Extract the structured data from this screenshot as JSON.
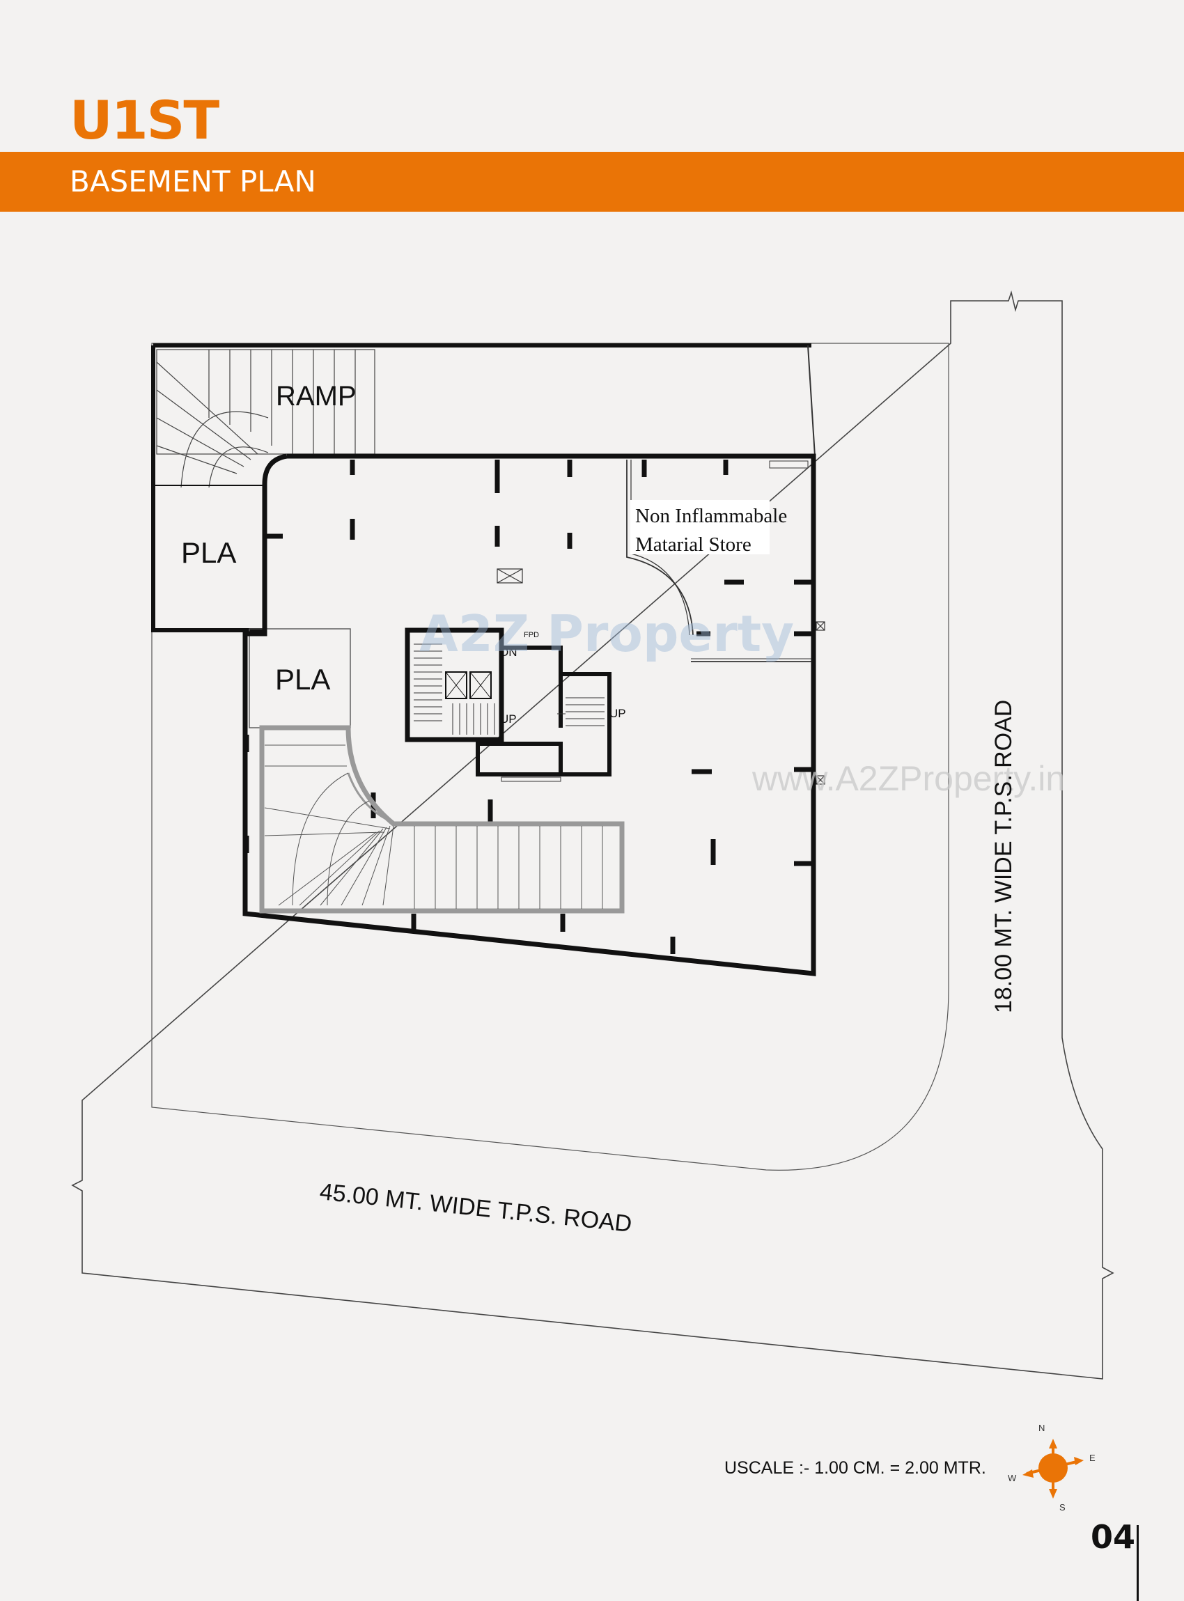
{
  "header": {
    "brand": "U1ST",
    "title": "BASEMENT PLAN",
    "accent_color": "#ea7406"
  },
  "plan": {
    "labels": {
      "ramp": "RAMP",
      "parking_1": "PLA",
      "parking_2": "PLA",
      "store_line_1": "Non Inflammabale",
      "store_line_2": "Matarial Store",
      "stair_dn": "DN",
      "stair_up_1": "UP",
      "stair_up_2": "UP",
      "fpd": "FPD"
    },
    "roads": {
      "east": "18.00 MT. WIDE T.P.S. ROAD",
      "south": "45.00 MT. WIDE T.P.S. ROAD"
    },
    "watermark": {
      "logo": "A2Z Property",
      "url": "www.A2ZProperty.in"
    }
  },
  "footer": {
    "scale": "USCALE :- 1.00 CM. = 2.00 MTR.",
    "page_number": "04",
    "compass": {
      "n": "N",
      "e": "E",
      "s": "S",
      "w": "W"
    }
  }
}
